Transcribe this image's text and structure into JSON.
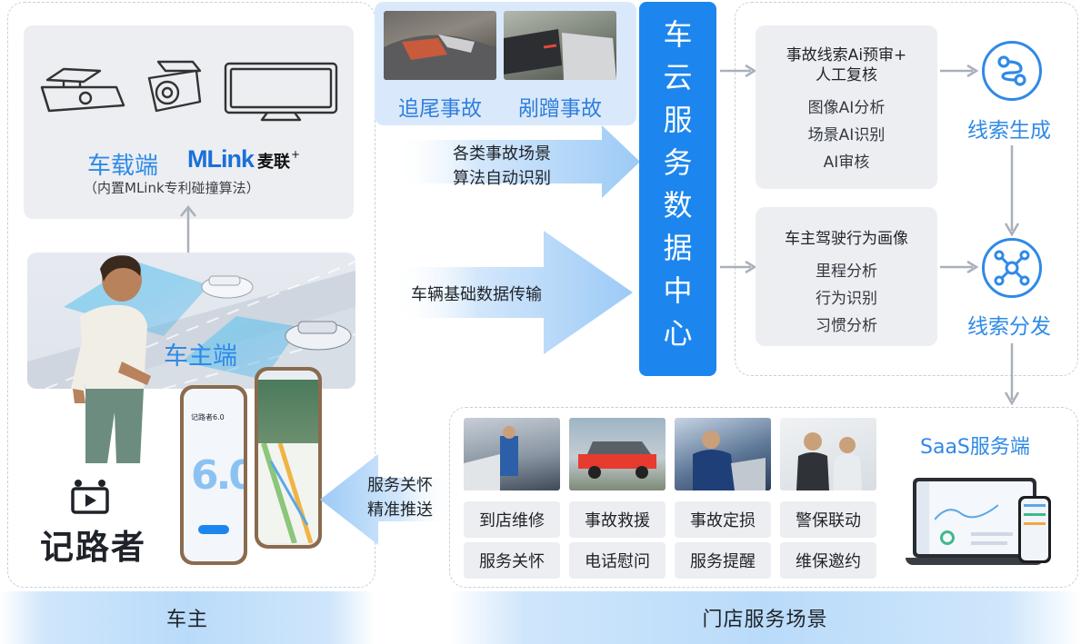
{
  "owner_section": {
    "vehicle_terminal_label": "车载端",
    "mlink_brand": "MLink",
    "mlink_cn": "麦联",
    "mlink_note": "（内置MLink专利碰撞算法）",
    "owner_terminal_label": "车主端",
    "app_logo": "记路者",
    "app_phone_version": "记路者6.0",
    "bottom_label": "车主"
  },
  "accidents": {
    "rear_end": "追尾事故",
    "scrape": "剐蹭事故"
  },
  "flows": {
    "accident_recognition_line1": "各类事故场景",
    "accident_recognition_line2": "算法自动识别",
    "vehicle_data": "车辆基础数据传输",
    "service_push_line1": "服务关怀",
    "service_push_line2": "精准推送"
  },
  "center": {
    "chars": [
      "车",
      "云",
      "服",
      "务",
      "数",
      "据",
      "中",
      "心"
    ]
  },
  "processing": {
    "clue_precheck": {
      "title_line1": "事故线索Ai预审+",
      "title_line2": "人工复核",
      "items": [
        "图像AI分析",
        "场景AI识别",
        "AI审核"
      ]
    },
    "driver_profile": {
      "title": "车主驾驶行为画像",
      "items": [
        "里程分析",
        "行为识别",
        "习惯分析"
      ]
    },
    "clue_generate": "线索生成",
    "clue_distribute": "线索分发"
  },
  "store_section": {
    "saas_label": "SaaS服务端",
    "services_row1": [
      "到店维修",
      "事故救援",
      "事故定损",
      "警保联动"
    ],
    "services_row2": [
      "服务关怀",
      "电话慰问",
      "服务提醒",
      "维保邀约"
    ],
    "bottom_label": "门店服务场景"
  },
  "colors": {
    "accent_blue": "#1d86ee",
    "label_blue": "#2f8ae6",
    "card_grey": "#eceef2"
  }
}
